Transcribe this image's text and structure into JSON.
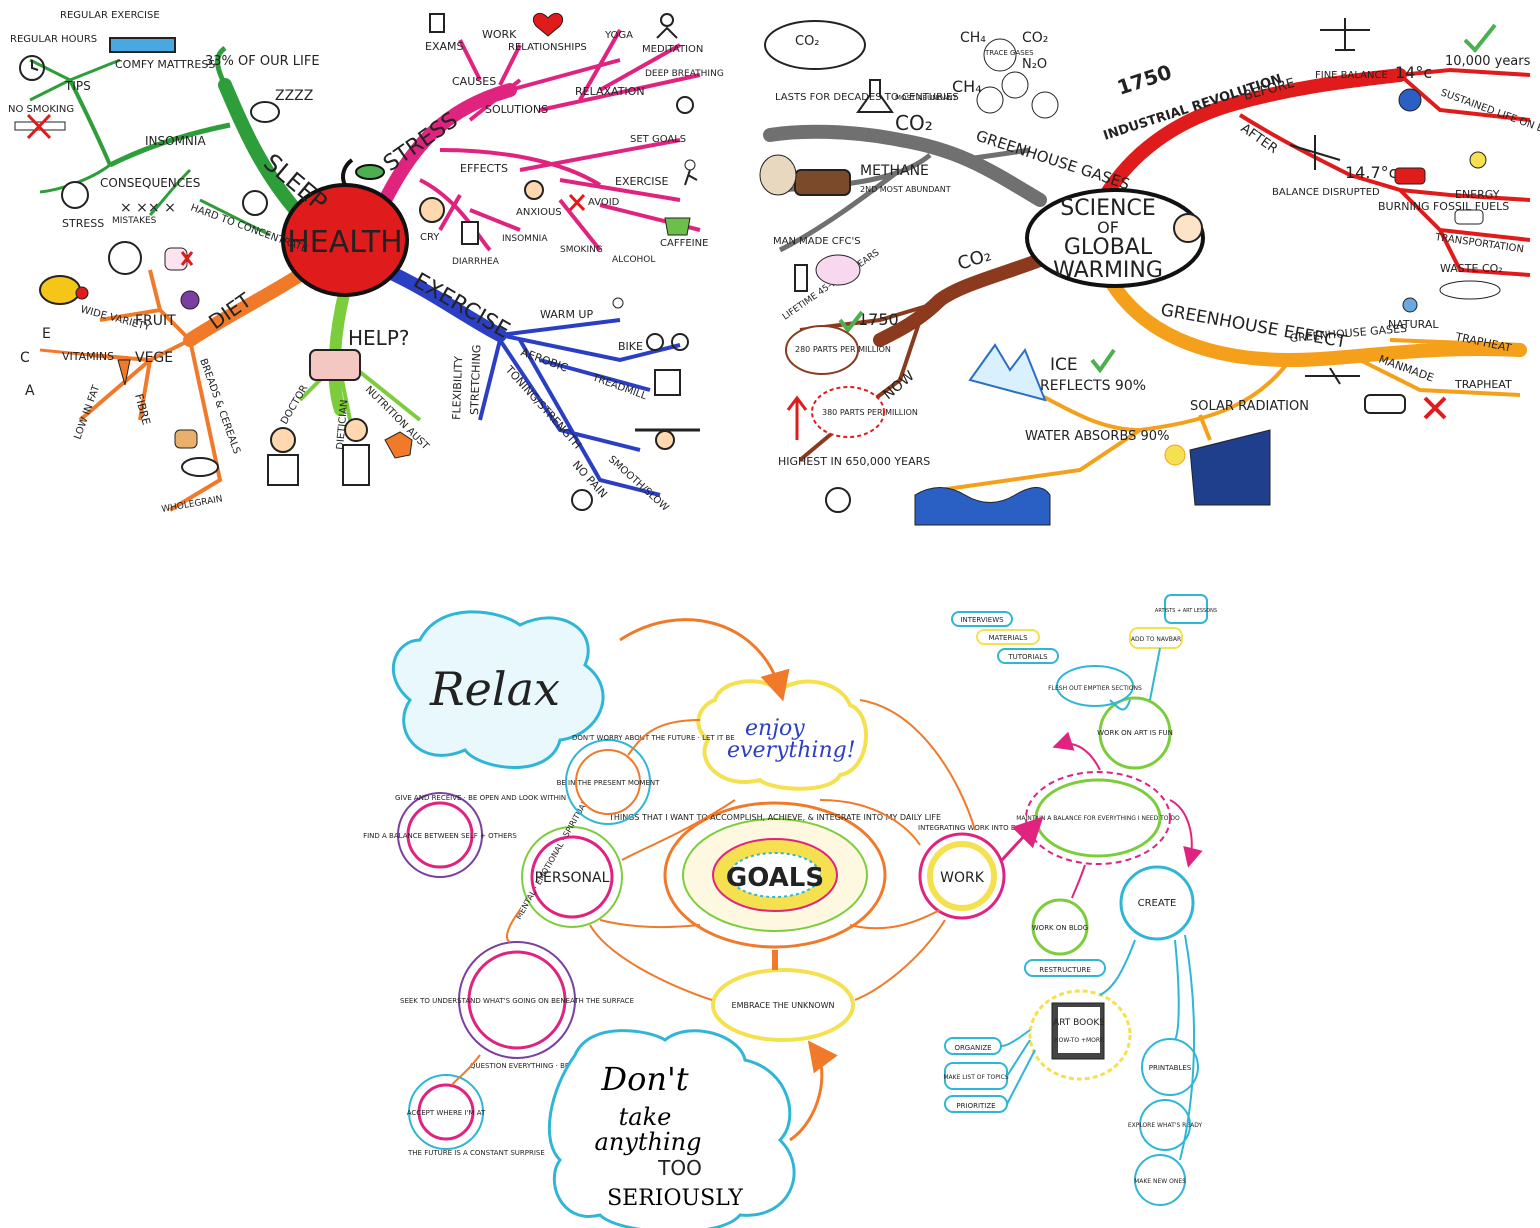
{
  "colors": {
    "sleep": "#2e9e3a",
    "stress": "#e0237e",
    "exercise": "#2a3fc4",
    "help": "#7ccd3c",
    "diet": "#f07a2a",
    "apple": "#e01b1b",
    "gw_co2": "#8b3a1e",
    "gw_red": "#e01b1b",
    "gw_orange": "#f5a01a",
    "gw_grey": "#707070",
    "goals_orange": "#f07a2a",
    "relax_blue": "#2fb6d6",
    "pink": "#e0237e"
  },
  "health": {
    "center": "HEALTH",
    "sleep": {
      "label": "SLEEP",
      "percent": "33% OF OUR LIFE",
      "zz": "ZZZZ",
      "insomnia": "INSOMNIA",
      "tips": "TIPS",
      "regular_exercise": "REGULAR EXERCISE",
      "regular_hours": "REGULAR HOURS",
      "comfy_mattress": "COMFY MATTRESS",
      "no_smoking": "NO SMOKING",
      "consequences": "CONSEQUENCES",
      "stress": "STRESS",
      "mistakes": "MISTAKES",
      "hard_to_concentrate": "HARD TO CONCENTRATE"
    },
    "stress": {
      "label": "STRESS",
      "causes": "CAUSES",
      "exams": "EXAMS",
      "work": "WORK",
      "relationships": "RELATIONSHIPS",
      "solutions": "SOLUTIONS",
      "relaxation": "RELAXATION",
      "yoga": "YOGA",
      "meditation": "MEDITATION",
      "deep_breathing": "DEEP BREATHING",
      "set_goals": "SET GOALS",
      "exercise": "EXERCISE",
      "effects": "EFFECTS",
      "cry": "CRY",
      "diarrhea": "DIARRHEA",
      "anxious": "ANXIOUS",
      "insomnia": "INSOMNIA",
      "avoid": "AVOID",
      "smoking": "SMOKING",
      "alcohol": "ALCOHOL",
      "caffeine": "CAFFEINE"
    },
    "exercise": {
      "label": "EXERCISE",
      "warm_up": "WARM UP",
      "aerobic": "AEROBIC",
      "bike": "BIKE",
      "treadmill": "TREADMILL",
      "toning": "TONING/STRENGTH",
      "smooth_slow": "SMOOTH/SLOW",
      "no_pain": "NO PAIN",
      "flexibility": "FLEXIBILITY",
      "stretching": "STRETCHING"
    },
    "help": {
      "label": "HELP?",
      "doctor": "DOCTOR",
      "dietician": "DIETICIAN",
      "nutrition": "NUTRITION AUST"
    },
    "diet": {
      "label": "DIET",
      "fruit": "FRUIT",
      "wide_variety": "WIDE VARIETY",
      "vege": "VEGE",
      "vitamins": "VITAMINS",
      "low_in_fat": "LOW IN FAT",
      "fibre": "FIBRE",
      "breads": "BREADS & CEREALS",
      "wholegrain": "WHOLEGRAIN",
      "v_e": "E",
      "v_c": "C",
      "v_a": "A"
    }
  },
  "global": {
    "center1": "SCIENCE",
    "center2": "OF",
    "center3": "GLOBAL",
    "center4": "WARMING",
    "greenhouse_gases": "GREENHOUSE GASES",
    "co2": "CO₂",
    "co2_small": "CO₂",
    "most_abundant": "MOST ABUNDANT",
    "lasts": "LASTS FOR DECADES TO CENTURIES",
    "methane": "METHANE",
    "second_abundant": "2ND MOST ABUNDANT",
    "cfcs": "MAN MADE CFC'S",
    "lifetime": "LIFETIME 45-1,700 YEARS",
    "ch4": "CH₄",
    "n2o": "N₂O",
    "trace_gases": "TRACE GASES",
    "ind_year": "1750",
    "ind_rev": "INDUSTRIAL REVOLUTION",
    "before": "BEFORE",
    "after": "AFTER",
    "fine_balance": "FINE BALANCE",
    "temp_before": "14°c",
    "ten_thousand": "10,000 years",
    "sustained": "SUSTAINED LIFE ON EARTH",
    "balance_disrupted": "BALANCE DISRUPTED",
    "temp_after": "14.7°c",
    "burning": "BURNING FOSSIL FUELS",
    "energy": "ENERGY",
    "transportation": "TRANSPORTATION",
    "waste": "WASTE CO₂",
    "co2_branch": "CO₂",
    "year_1750": "1750",
    "ppm_280": "280 PARTS PER MILLION",
    "now": "NOW",
    "ppm_380": "380 PARTS PER MILLION",
    "highest": "HIGHEST IN 650,000 YEARS",
    "greenhouse_effect": "GREENHOUSE EFFECT",
    "gh_gases": "GREENHOUSE GASES",
    "natural": "NATURAL",
    "manmade": "MANMADE",
    "trapheat1": "TRAPHEAT",
    "trapheat2": "TRAPHEAT",
    "ice": "ICE",
    "reflects": "REFLECTS 90%",
    "solar": "SOLAR RADIATION",
    "water": "WATER ABSORBS 90%"
  },
  "goals": {
    "center": "GOALS",
    "ring_text": "THINGS THAT I WANT TO ACCOMPLISH, ACHIEVE, & INTEGRATE INTO MY DAILY LIFE",
    "relax": "Relax",
    "enjoy1": "enjoy",
    "enjoy2": "everything!",
    "personal": "PERSONAL",
    "work": "WORK",
    "embrace": "EMBRACE THE UNKNOWN",
    "present": "BE IN THE PRESENT MOMENT",
    "present_ring": "DON'T WORRY ABOUT THE FUTURE · LET IT BE",
    "balance_self": "FIND A BALANCE BETWEEN SELF + OTHERS",
    "give_receive": "GIVE AND RECEIVE · BE OPEN AND LOOK WITHIN",
    "seek": "SEEK TO UNDERSTAND WHAT'S GOING ON BENEATH THE SURFACE",
    "question": "QUESTION EVERYTHING · BE CONTEMPLATIVE · REFLECTIVE",
    "accept": "ACCEPT WHERE I'M AT",
    "future": "THE FUTURE IS A CONSTANT SURPRISE",
    "integrating": "INTEGRATING WORK INTO DAILY LIFE · MINDFUL LIVING",
    "mental": "MENTAL · EMOTIONAL · SPIRITUAL",
    "dont1": "Don't",
    "dont2": "take",
    "dont3": "anything",
    "dont4": "TOO",
    "dont5": "SERIOUSLY",
    "interviews": "INTERVIEWS",
    "materials": "MATERIALS",
    "tutorials": "TUTORIALS",
    "flesh": "FLESH OUT EMPTIER SECTIONS",
    "artists": "ARTISTS + ART LESSONS",
    "add_navbar": "ADD TO NAVBAR",
    "work_art": "WORK ON ART IS FUN",
    "maintain": "MAINTAIN A BALANCE FOR EVERYTHING I NEED TO DO",
    "work_blog": "WORK ON BLOG",
    "restructure": "RESTRUCTURE",
    "create": "CREATE",
    "art_books": "ART BOOKS",
    "howto": "HOW-TO +MORE",
    "organize": "ORGANIZE",
    "make_list": "MAKE LIST OF TOPICS",
    "prioritize": "PRIORITIZE",
    "printables": "PRINTABLES",
    "explore": "EXPLORE WHAT'S READY",
    "make_new": "MAKE NEW ONES"
  }
}
